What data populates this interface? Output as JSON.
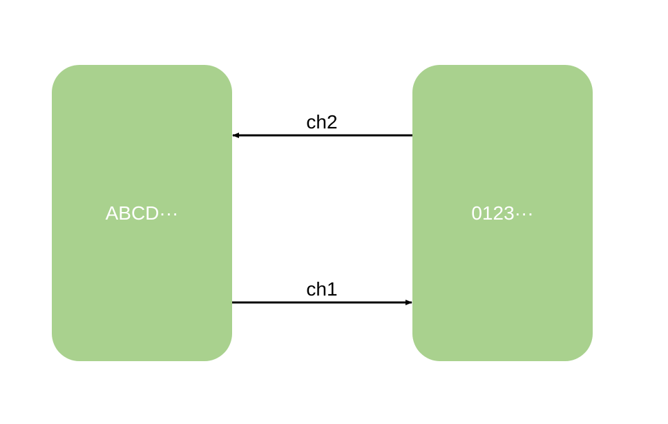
{
  "colors": {
    "node_fill": "#a9d18e",
    "node_text": "#ffffff",
    "arrow": "#000000",
    "background": "#ffffff"
  },
  "nodes": {
    "left": {
      "label": "ABCD···"
    },
    "right": {
      "label": "0123···"
    }
  },
  "edges": {
    "top": {
      "label": "ch2",
      "from": "right",
      "to": "left"
    },
    "bottom": {
      "label": "ch1",
      "from": "left",
      "to": "right"
    }
  }
}
